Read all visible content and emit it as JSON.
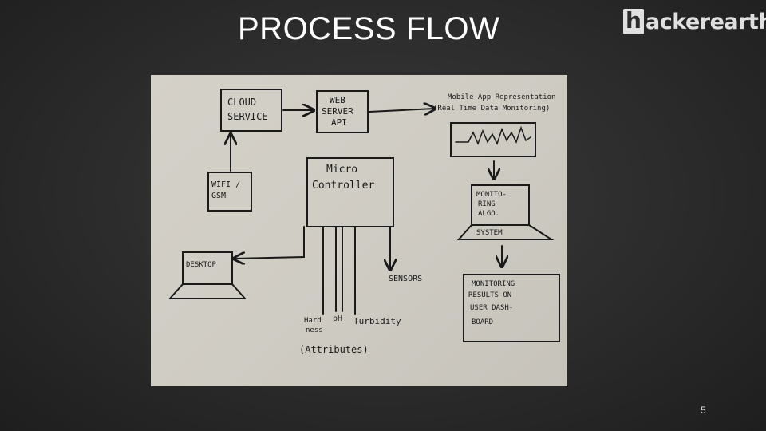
{
  "slide": {
    "title": "PROCESS FLOW",
    "page_number": "5"
  },
  "logo": {
    "letter": "h",
    "text": "ackerearth"
  },
  "diagram": {
    "cloud_service": [
      "CLOUD",
      "SERVICE"
    ],
    "web_server": [
      "WEB",
      "SERVER",
      "API"
    ],
    "mobile_app": [
      "Mobile App Representation",
      "(Real Time Data Monitoring)"
    ],
    "wifi_gsm": [
      "WIFI /",
      "GSM"
    ],
    "micro_controller": [
      "Micro",
      "Controller"
    ],
    "monitoring_algo": [
      "MONITO-",
      "RING",
      "ALGO."
    ],
    "system": "SYSTEM",
    "desktop": "DESKTOP",
    "sensors": "SENSORS",
    "results": [
      "MONITORING",
      "RESULTS ON",
      "USER DASH-",
      "BOARD"
    ],
    "hardness": [
      "Hard",
      "ness"
    ],
    "ph": "pH",
    "turbidity": "Turbidity",
    "attributes": "(Attributes)"
  }
}
